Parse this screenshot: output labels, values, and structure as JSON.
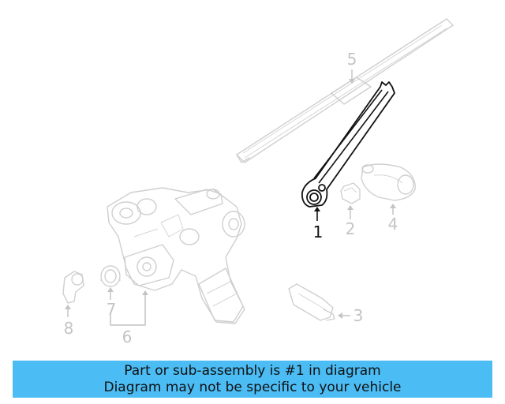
{
  "diagram": {
    "callouts": [
      {
        "id": "1",
        "label": "1",
        "highlight": true
      },
      {
        "id": "2",
        "label": "2",
        "highlight": false
      },
      {
        "id": "3",
        "label": "3",
        "highlight": false
      },
      {
        "id": "4",
        "label": "4",
        "highlight": false
      },
      {
        "id": "5",
        "label": "5",
        "highlight": false
      },
      {
        "id": "6",
        "label": "6",
        "highlight": false
      },
      {
        "id": "7",
        "label": "7",
        "highlight": false
      },
      {
        "id": "8",
        "label": "8",
        "highlight": false
      }
    ],
    "colors": {
      "highlight": "#111111",
      "dimmed": "#c4c4c4",
      "banner": "#4bbcf4"
    }
  },
  "banner": {
    "line1": "Part or sub-assembly is #1 in diagram",
    "line2": "Diagram may not be specific to your vehicle"
  }
}
